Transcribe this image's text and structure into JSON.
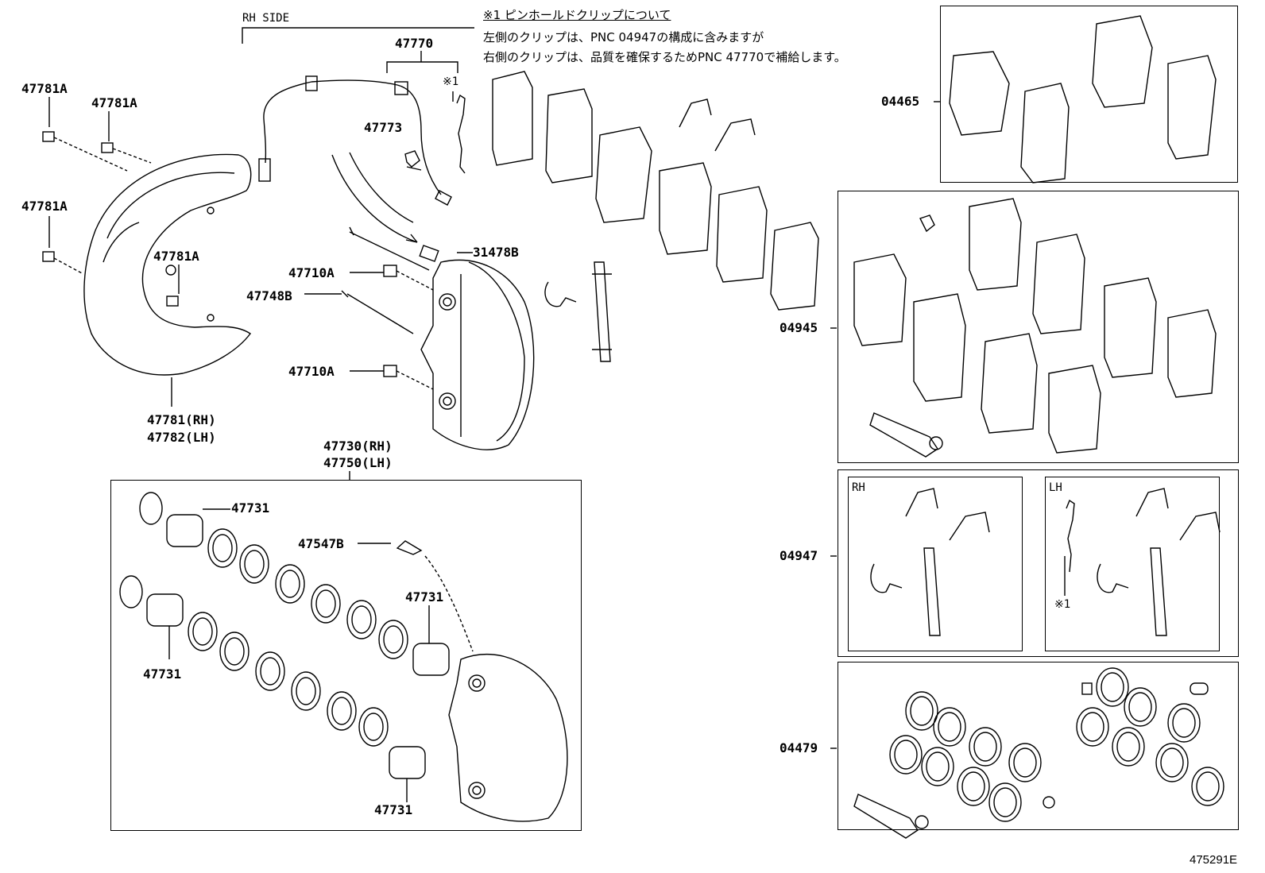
{
  "diagram_id": "475291E",
  "side_label": "RH SIDE",
  "note": {
    "title": "※1 ピンホールドクリップについて",
    "line1": "左側のクリップは、PNC 04947の構成に含みますが",
    "line2": "右側のクリップは、品質を確保するためPNC 47770で補給します。"
  },
  "callouts": {
    "p47770": "47770",
    "mark1_top": "※1",
    "p47773": "47773",
    "p47781A_1": "47781A",
    "p47781A_2": "47781A",
    "p47781A_3": "47781A",
    "p47781A_4": "47781A",
    "p31478B": "31478B",
    "p47710A_1": "47710A",
    "p47748B": "47748B",
    "p47710A_2": "47710A",
    "p47781_rh": "47781(RH)",
    "p47782_lh": "47782(LH)",
    "p47730_rh": "47730(RH)",
    "p47750_lh": "47750(LH)",
    "p47731_1": "47731",
    "p47547B": "47547B",
    "p47731_2": "47731",
    "p47731_3": "47731",
    "p47731_4": "47731",
    "p04465": "04465",
    "p04945": "04945",
    "p04947": "04947",
    "p04479": "04479",
    "rh_box": "RH",
    "lh_box": "LH",
    "mark1_lh": "※1"
  }
}
